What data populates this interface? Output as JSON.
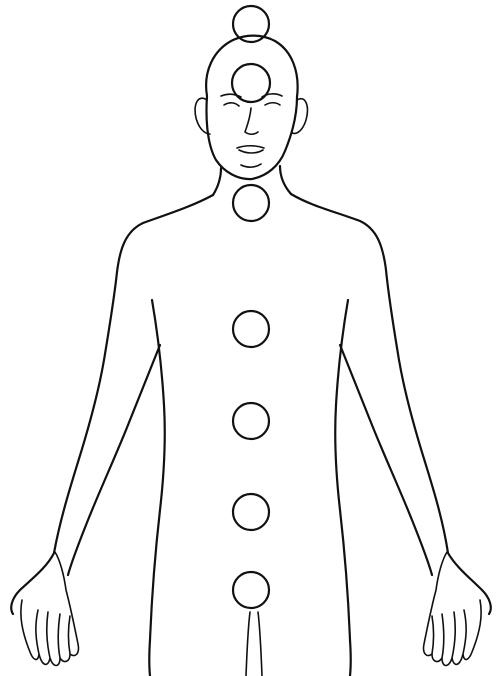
{
  "figure": {
    "background_color": "#ffffff",
    "line_color": "#111111",
    "chakras": [
      {
        "id": "crown"
      },
      {
        "id": "third-eye"
      },
      {
        "id": "throat"
      },
      {
        "id": "heart"
      },
      {
        "id": "solar-plexus"
      },
      {
        "id": "sacral"
      },
      {
        "id": "root"
      }
    ]
  }
}
